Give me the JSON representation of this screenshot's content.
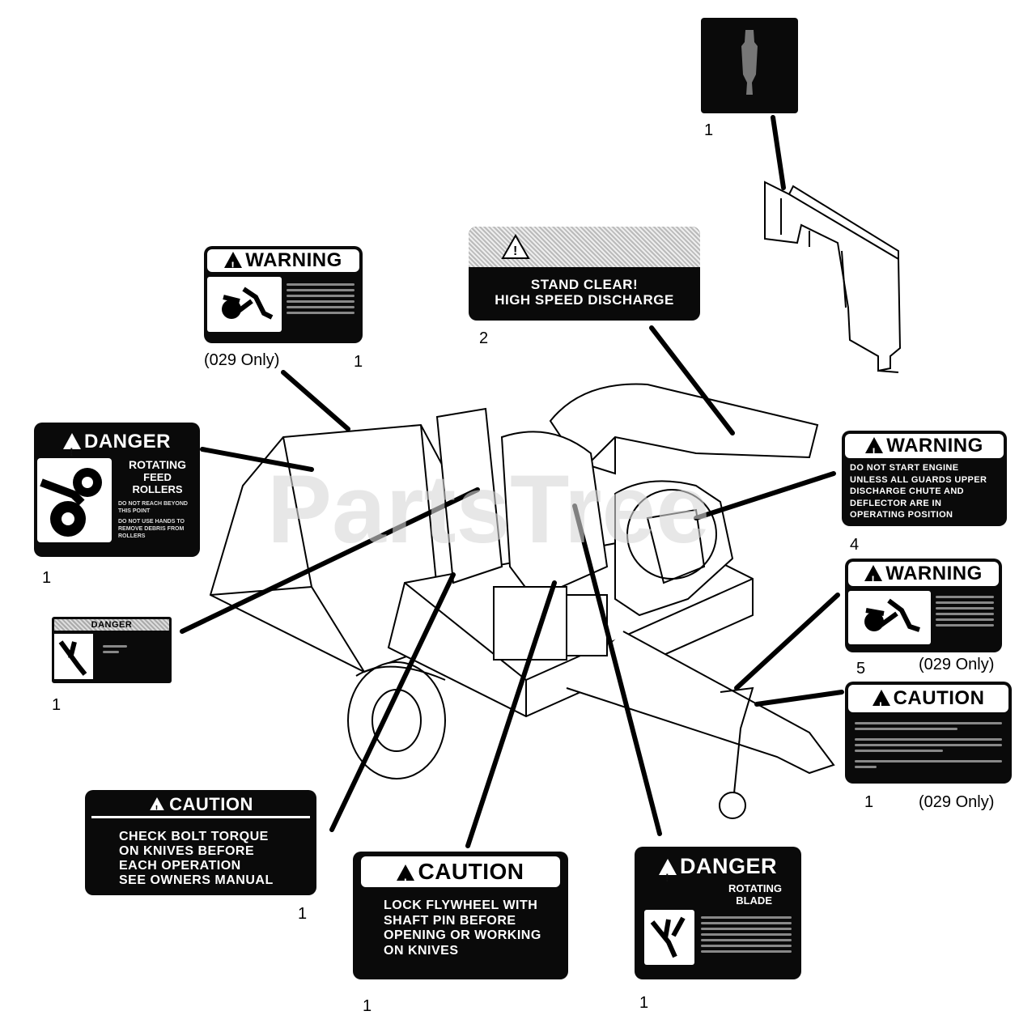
{
  "watermark": "PartsTree",
  "decals": {
    "top_right_decal": {
      "quantity": "1"
    },
    "warning_top": {
      "header": "WARNING",
      "quantity": "1",
      "note": "(029 Only)"
    },
    "stand_clear": {
      "line1": "STAND CLEAR!",
      "line2": "HIGH SPEED DISCHARGE",
      "quantity": "2"
    },
    "danger_feed_rollers": {
      "header": "DANGER",
      "title_line1": "ROTATING",
      "title_line2": "FEED ROLLERS",
      "bullet1": "DO NOT REACH BEYOND THIS POINT",
      "bullet2": "DO NOT USE HANDS TO REMOVE DEBRIS FROM ROLLERS",
      "quantity": "1"
    },
    "danger_small": {
      "header": "DANGER",
      "quantity": "1"
    },
    "warning_engine": {
      "header": "WARNING",
      "lines": [
        "DO NOT START ENGINE",
        "UNLESS ALL GUARDS UPPER",
        "DISCHARGE CHUTE AND",
        "DEFLECTOR ARE IN",
        "OPERATING POSITION"
      ],
      "quantity": "4"
    },
    "warning_right": {
      "header": "WARNING",
      "quantity": "5",
      "note": "(029 Only)"
    },
    "caution_right": {
      "header": "CAUTION",
      "quantity": "1",
      "note": "(029 Only)"
    },
    "caution_bolt": {
      "header": "CAUTION",
      "lines": [
        "CHECK BOLT TORQUE",
        "ON KNIVES BEFORE",
        "EACH OPERATION",
        "SEE OWNERS MANUAL"
      ],
      "quantity": "1"
    },
    "caution_flywheel": {
      "header": "CAUTION",
      "lines": [
        "LOCK FLYWHEEL WITH",
        "SHAFT PIN BEFORE",
        "OPENING OR WORKING",
        "ON KNIVES"
      ],
      "quantity": "1"
    },
    "danger_blade": {
      "header": "DANGER",
      "title_line1": "ROTATING",
      "title_line2": "BLADE",
      "quantity": "1"
    }
  }
}
